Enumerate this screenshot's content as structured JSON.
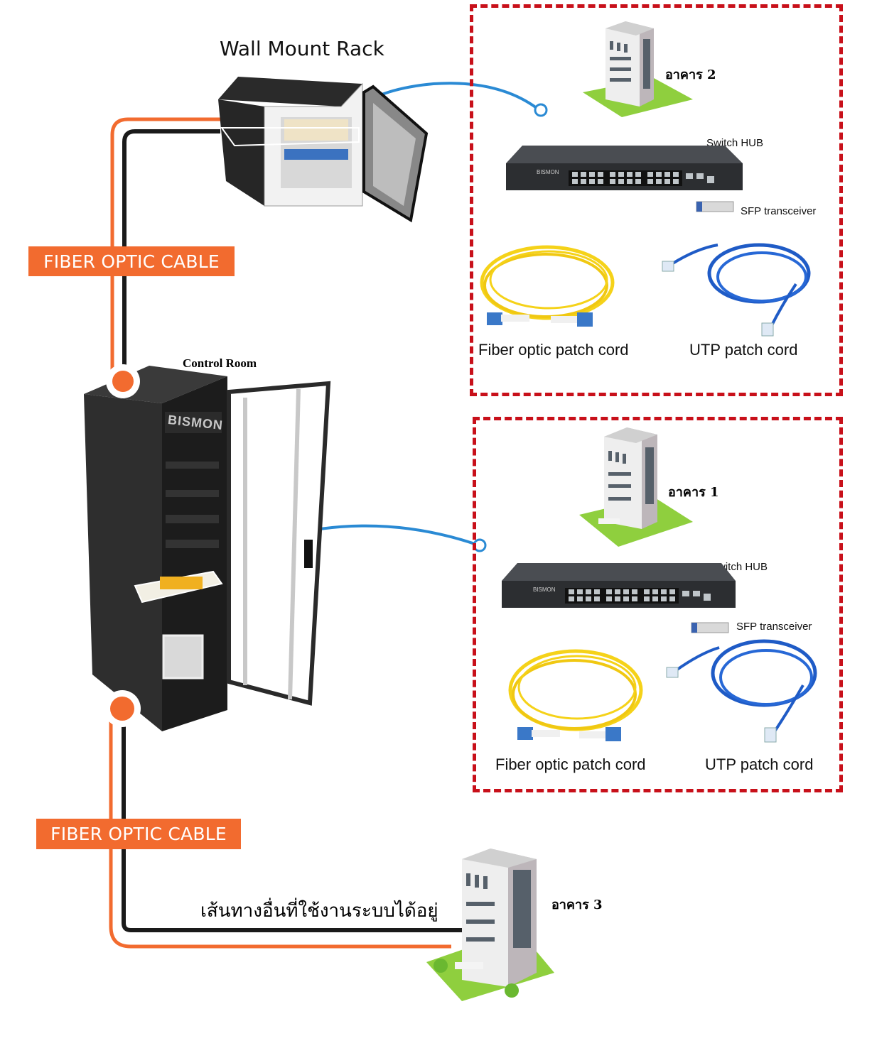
{
  "diagram": {
    "wall_rack_title": "Wall Mount Rack",
    "control_room_label": "Control Room",
    "rack_brand": "BISMON",
    "cable_badges": [
      "FIBER OPTIC CABLE",
      "FIBER OPTIC CABLE"
    ],
    "alt_route_label": "เส้นทางอื่นที่ใช้งานระบบได้อยู่",
    "building3_label": "อาคาร 3",
    "colors": {
      "fiber_orange": "#f26b2f",
      "cable_black": "#1a1a1a",
      "dash_red": "#c8101a",
      "arrow_blue": "#2a8ad4"
    },
    "groups": [
      {
        "building_label": "อาคาร 2",
        "switch_label": "Switch HUB",
        "switch_brand": "BISMON",
        "sfp_label": "SFP transceiver",
        "fiber_cord_label": "Fiber optic patch cord",
        "utp_cord_label": "UTP patch cord"
      },
      {
        "building_label": "อาคาร  1",
        "switch_label": "Switch HUB",
        "switch_brand": "BISMON",
        "sfp_label": "SFP transceiver",
        "fiber_cord_label": "Fiber optic patch cord",
        "utp_cord_label": "UTP patch cord"
      }
    ]
  }
}
